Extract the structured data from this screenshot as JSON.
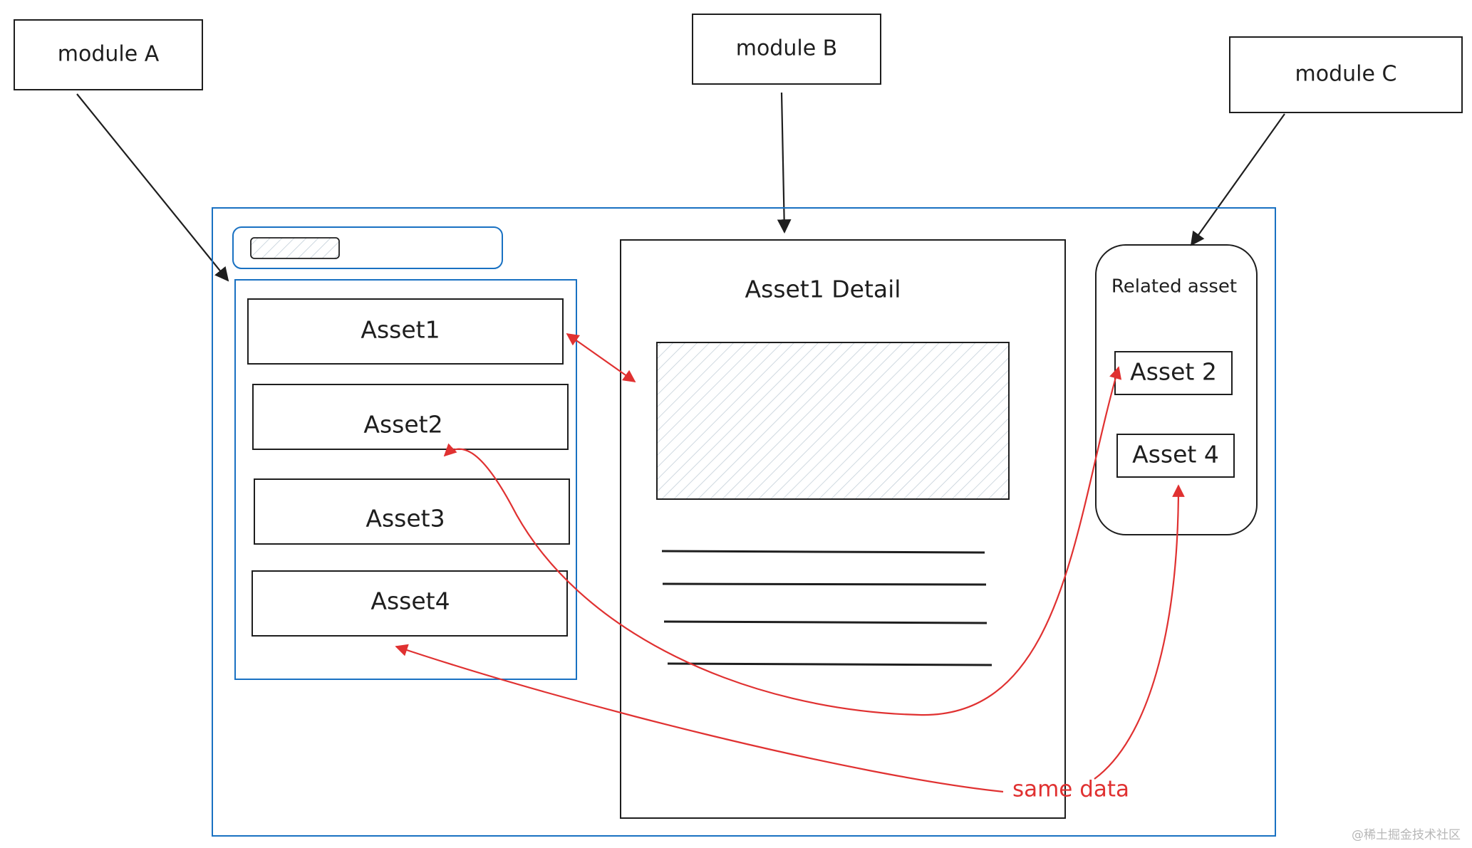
{
  "modules": [
    {
      "id": "a",
      "label": "module A"
    },
    {
      "id": "b",
      "label": "module B"
    },
    {
      "id": "c",
      "label": "module C"
    }
  ],
  "list_panel": {
    "assets": [
      "Asset1",
      "Asset2",
      "Asset3",
      "Asset4"
    ]
  },
  "detail_panel": {
    "title": "Asset1 Detail"
  },
  "related_panel": {
    "title": "Related asset",
    "assets": [
      "Asset 2",
      "Asset 4"
    ]
  },
  "annotation": {
    "label": "same data"
  },
  "watermark": "@稀土掘金技术社区",
  "colors": {
    "ink": "#1e1e1e",
    "frame_blue": "#1971c2",
    "arrow_red": "#e03131",
    "hatch": "#b8c9d6"
  }
}
